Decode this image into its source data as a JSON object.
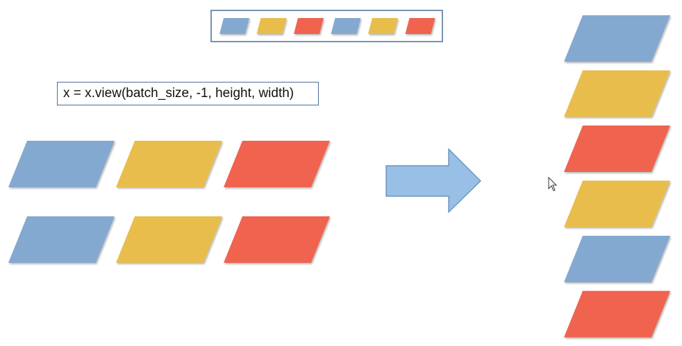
{
  "code": {
    "text": "x = x.view(batch_size, -1, height, width)"
  },
  "colors": {
    "blue": "#84a9d0",
    "yellow": "#e8bd4c",
    "red": "#ef6450",
    "arrow": "#98bfe6",
    "arrow_stroke": "#5d86b3",
    "frame": "#4a6f95"
  },
  "flat_strip": [
    "blue",
    "yellow",
    "red",
    "blue",
    "yellow",
    "red"
  ],
  "input_grid": [
    [
      "blue",
      "yellow",
      "red"
    ],
    [
      "blue",
      "yellow",
      "red"
    ]
  ],
  "output_stack": [
    "blue",
    "yellow",
    "red",
    "yellow",
    "blue",
    "red"
  ],
  "icons": {
    "arrow": "right-arrow-icon",
    "cursor": "mouse-cursor-icon"
  }
}
